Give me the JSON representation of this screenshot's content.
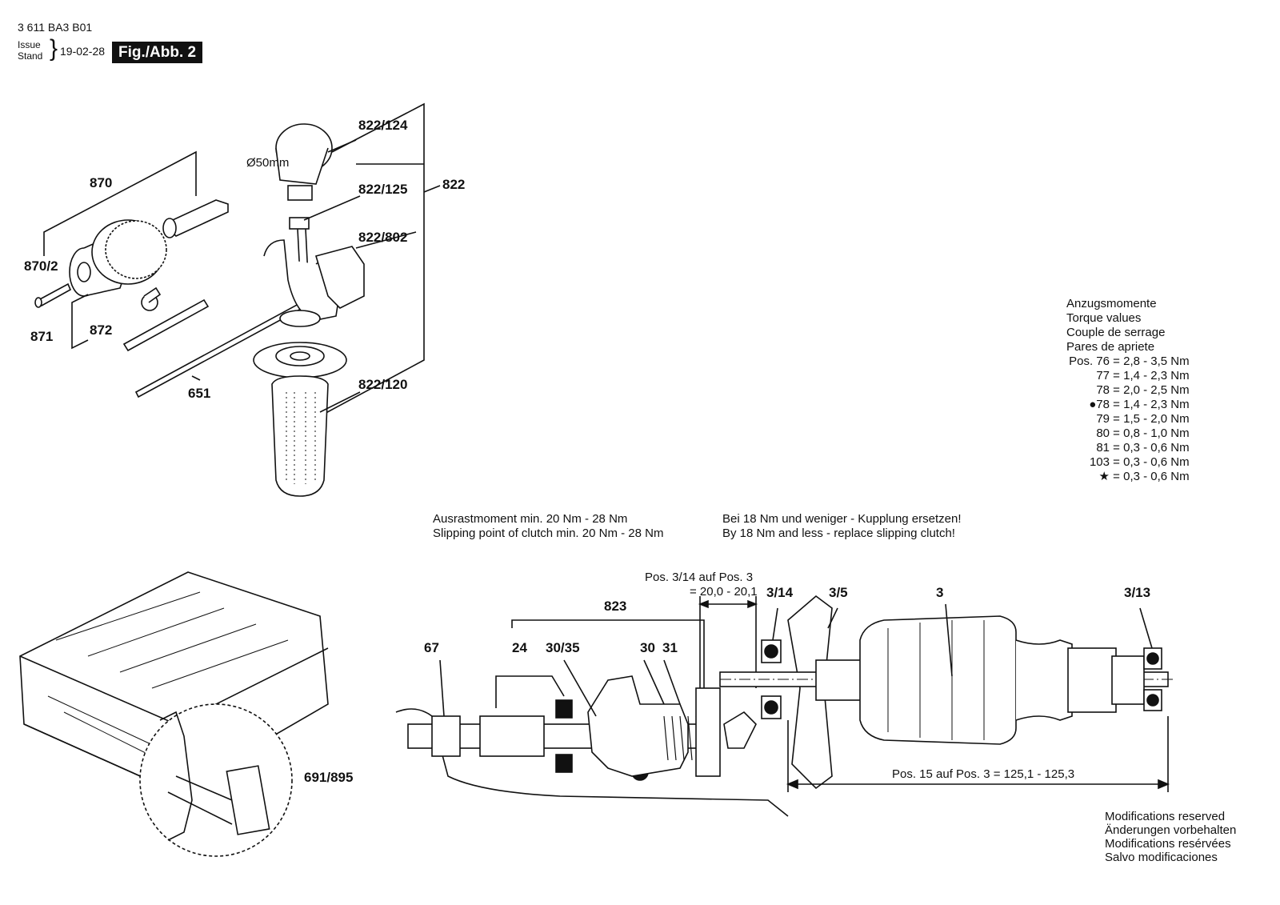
{
  "header": {
    "doc_number": "3 611 BA3 B01",
    "issue_label": "Issue",
    "stand_label": "Stand",
    "date": "19-02-28",
    "figure_label": "Fig./Abb. 2"
  },
  "part_labels": {
    "p870": "870",
    "p870_2": "870/2",
    "p871": "871",
    "p872": "872",
    "p651": "651",
    "p822_124": "822/124",
    "p822_125": "822/125",
    "p822": "822",
    "p822_802": "822/802",
    "p822_120": "822/120",
    "diameter": "Ø50mm",
    "p691_895": "691/895",
    "p67": "67",
    "p24": "24",
    "p30_35": "30/35",
    "p30": "30",
    "p31": "31",
    "p823": "823",
    "p3_14": "3/14",
    "p3_5": "3/5",
    "p3": "3",
    "p3_13": "3/13"
  },
  "dimensions": {
    "pos_3_14_line1": "Pos. 3/14 auf Pos. 3",
    "pos_3_14_line2": "= 20,0 - 20,1",
    "pos_15": "Pos. 15 auf Pos. 3 = 125,1 - 125,3"
  },
  "torque": {
    "titles": [
      "Anzugsmomente",
      "Torque values",
      "Couple de serrage",
      "Pares de apriete"
    ],
    "rows": [
      {
        "pos": "Pos. 76",
        "value": "2,8 - 3,5 Nm"
      },
      {
        "pos": "77",
        "value": "1,4 - 2,3 Nm"
      },
      {
        "pos": "78",
        "value": "2,0 - 2,5 Nm"
      },
      {
        "pos": "●78",
        "value": "1,4 - 2,3 Nm"
      },
      {
        "pos": "79",
        "value": "1,5 - 2,0 Nm"
      },
      {
        "pos": "80",
        "value": "0,8 - 1,0 Nm"
      },
      {
        "pos": "81",
        "value": "0,3 - 0,6 Nm"
      },
      {
        "pos": "103",
        "value": "0,3 - 0,6 Nm"
      },
      {
        "pos": "★",
        "value": "0,3 - 0,6 Nm"
      }
    ]
  },
  "notes": {
    "clutch_de": "Ausrastmoment min. 20 Nm - 28 Nm",
    "clutch_en": "Slipping point of clutch min. 20 Nm - 28 Nm",
    "replace_de": "Bei 18 Nm und weniger - Kupplung ersetzen!",
    "replace_en": "By 18 Nm and less - replace slipping clutch!"
  },
  "modifications": [
    "Modifications reserved",
    "Änderungen vorbehalten",
    "Modifications resérvées",
    "Salvo modificaciones"
  ]
}
